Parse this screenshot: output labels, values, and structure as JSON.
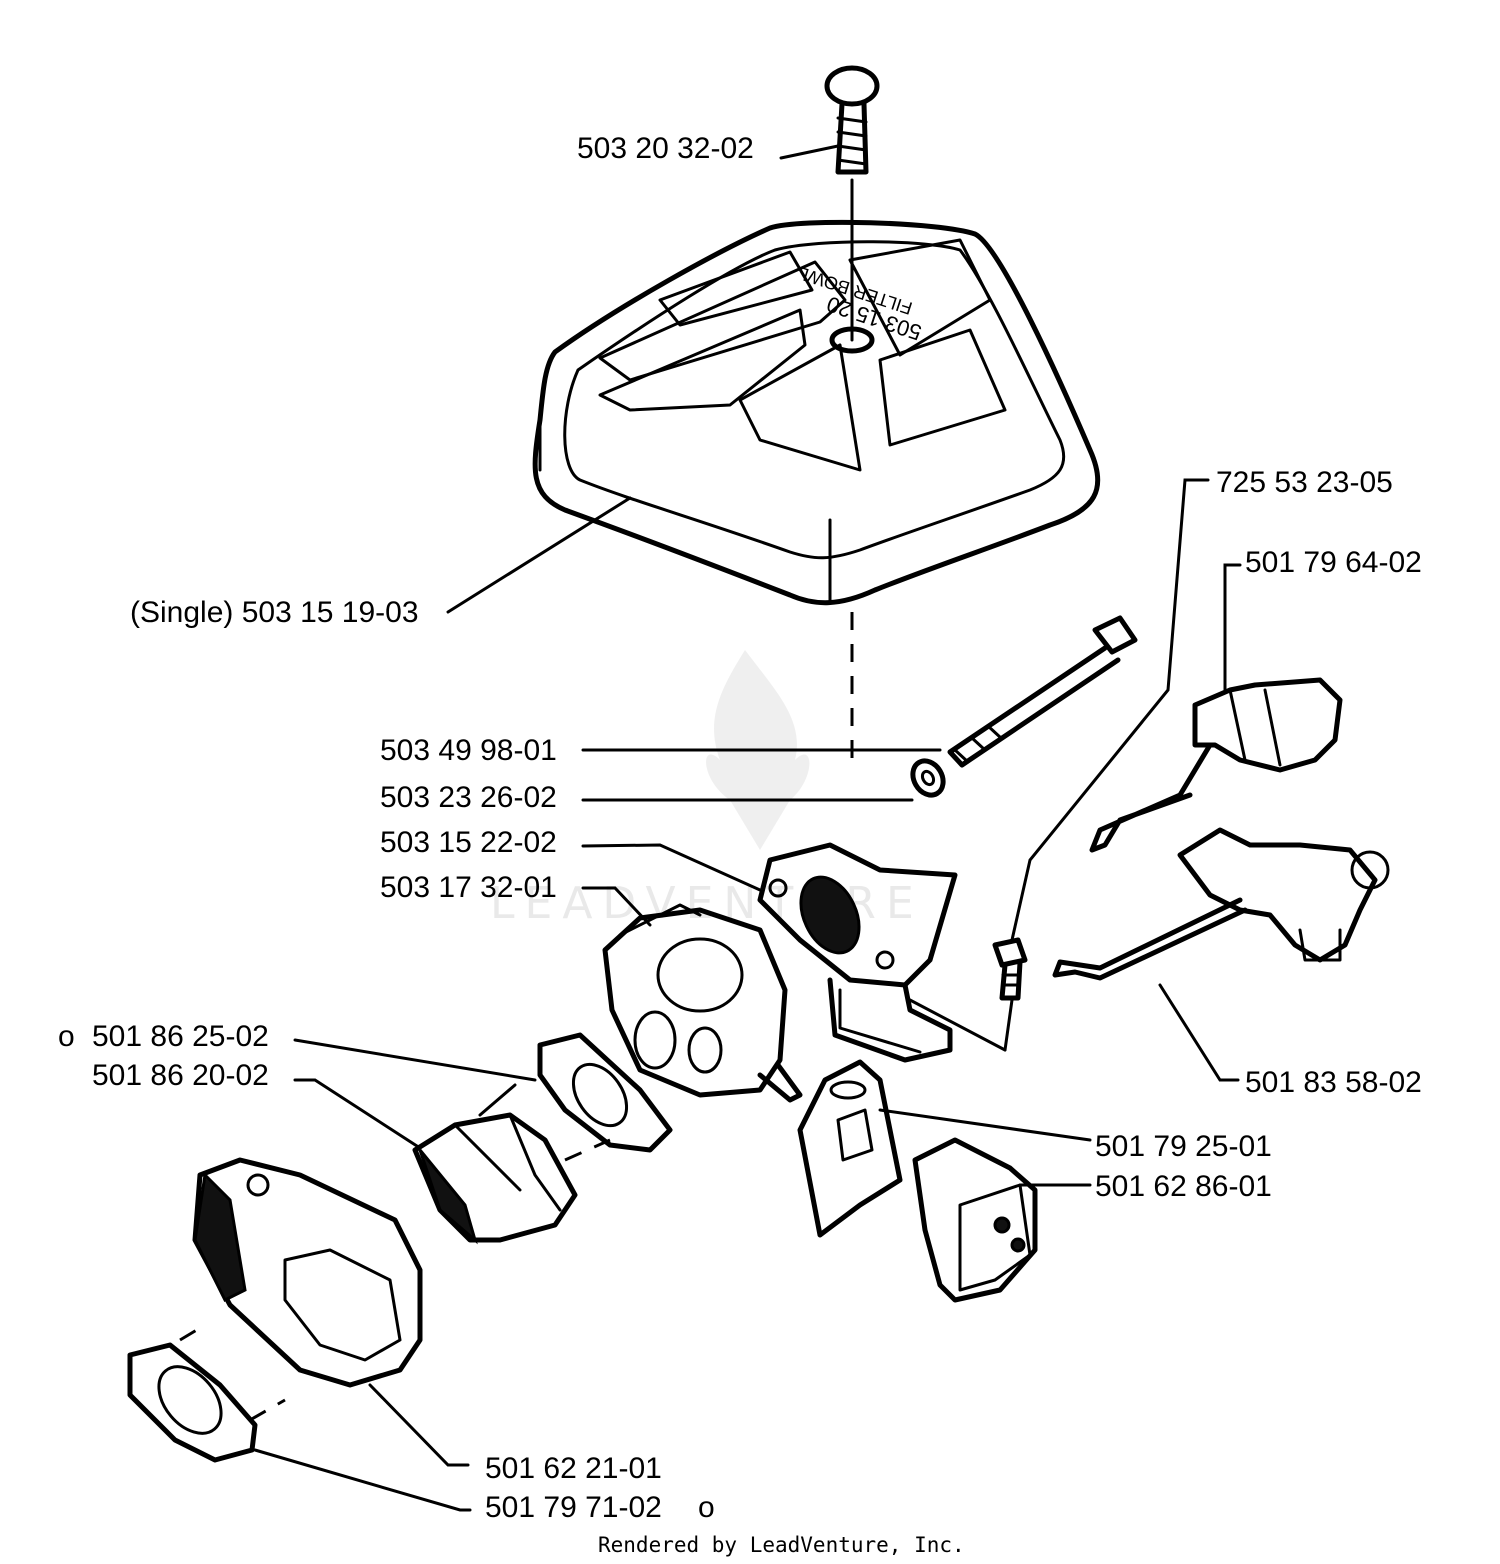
{
  "labels": {
    "screw_top": "503 20 32-02",
    "cover": "(Single) 503 15 19-03",
    "bolt": "503 49 98-01",
    "washer": "503 23 26-02",
    "intake": "503 15 22-02",
    "carb": "503 17 32-01",
    "gasket_a": "501 86 25-02",
    "gasket_a_marker": "o",
    "filter_holder": "501 86 20-02",
    "screw_small": "725 53 23-05",
    "throttle": "501 79 64-02",
    "choke_rod": "501 83 58-02",
    "plate": "501 79 25-01",
    "block": "501 62 86-01",
    "base": "501 62 21-01",
    "gasket_b": "501 79 71-02",
    "gasket_b_marker": "o"
  },
  "cover_text": {
    "line1": "503 15 20",
    "line2": "FILTER BOWL"
  },
  "watermark": "LEADVENTURE",
  "footer": "Rendered by LeadVenture, Inc."
}
